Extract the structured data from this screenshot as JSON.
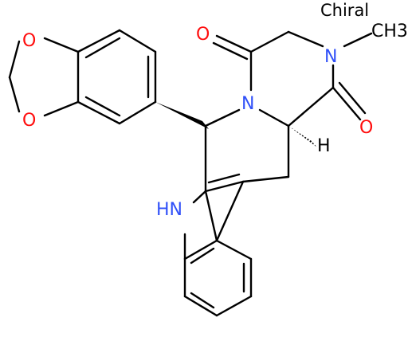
{
  "label_chiral": "Chiral",
  "atoms": {
    "O_dioxole_top": "O",
    "O_dioxole_bottom": "O",
    "O_carbonyl_upper": "O",
    "O_carbonyl_right": "O",
    "N_amide_ring": "N",
    "N_methyl": "N",
    "CH3": "CH3",
    "NH_indole": "HN",
    "H_stereo": "H"
  },
  "colors": {
    "oxygen": "#ff0d0d",
    "nitrogen": "#3050f8",
    "carbon": "#000000"
  }
}
